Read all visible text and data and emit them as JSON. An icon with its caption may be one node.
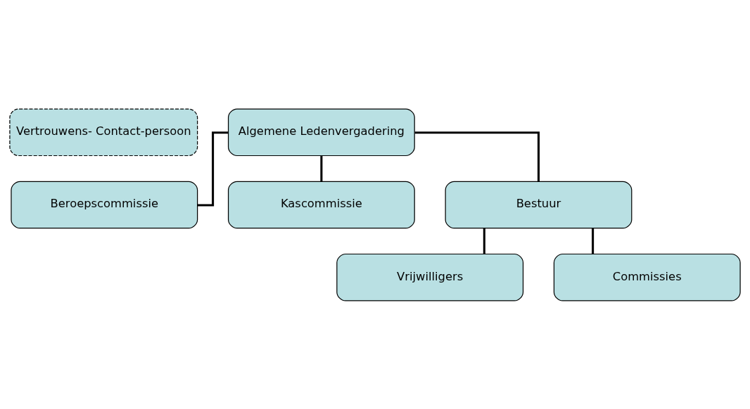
{
  "diagram": {
    "nodes": [
      {
        "text": [
          "Vertrouwens- Contact-persoon"
        ]
      },
      {
        "text": [
          "Algemene Ledenvergadering"
        ]
      },
      {
        "text": [
          "Beroepscommissie"
        ]
      },
      {
        "text": [
          "Kascommissie"
        ]
      },
      {
        "text": [
          "Bestuur"
        ]
      },
      {
        "text": [
          "Vrijwilligers"
        ]
      },
      {
        "text": [
          "Commissies"
        ]
      }
    ],
    "edges": [
      {
        "from": 1,
        "to": 2,
        "arrow": "none"
      },
      {
        "from": 1,
        "to": 3,
        "arrow": "none"
      },
      {
        "from": 1,
        "to": 4,
        "arrow": "none"
      },
      {
        "from": 4,
        "to": 5,
        "arrow": "none"
      },
      {
        "from": 4,
        "to": 6,
        "arrow": "none"
      }
    ]
  }
}
